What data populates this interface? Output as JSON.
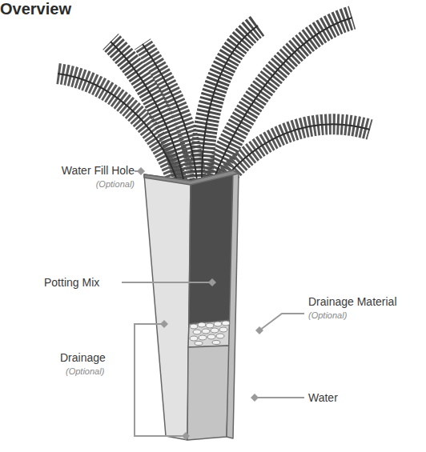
{
  "diagram": {
    "title": "Overview",
    "labels": [
      "Water Fill Hole",
      "(Optional)",
      "Potting Mix",
      "Drainage Material",
      "(Optional)",
      "Drainage",
      "(Optional)",
      "Water"
    ]
  }
}
